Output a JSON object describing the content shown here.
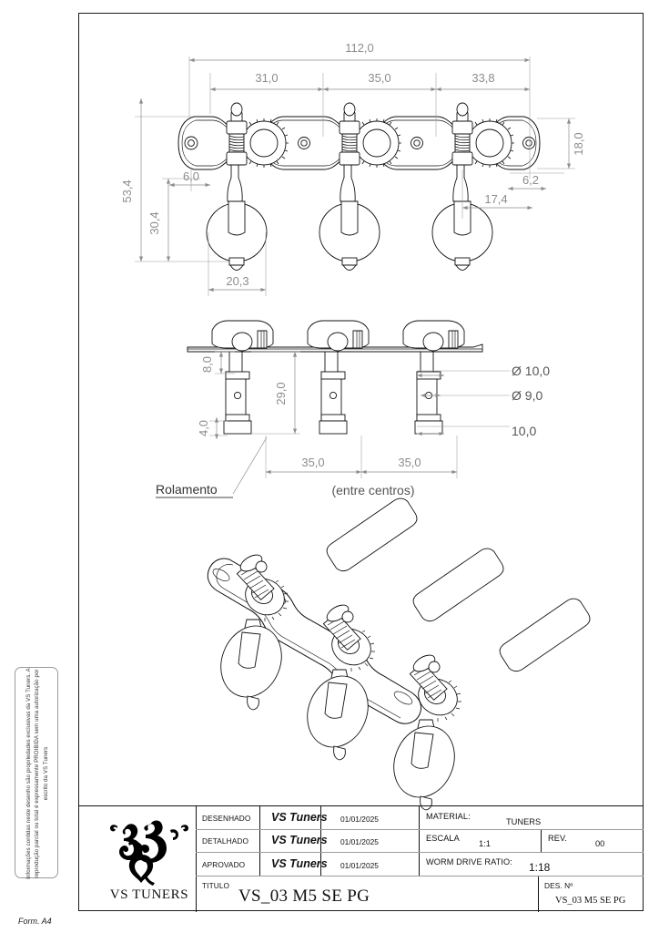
{
  "sheet": {
    "form_label": "Form. A4",
    "copyright_notice": "Informações contidas neste desenho são propriedades exclusivas da VS Tuners. A reprodução parcial ou total é expressamente PROIBIDA sem uma autorização por escrito da VS Tuners"
  },
  "top_view": {
    "overall_length": "112,0",
    "spacing_1": "31,0",
    "spacing_2": "35,0",
    "spacing_3": "33,8",
    "plate_width": "18,0",
    "total_height": "53,4",
    "button_height": "30,4",
    "left_offset": "6,0",
    "right_offset": "6,2",
    "right_inner": "17,4",
    "button_width": "20,3"
  },
  "side_view": {
    "post_top": "8,0",
    "post_length": "29,0",
    "bushing": "4,0",
    "dia_large": "Ø 10,0",
    "dia_small": "Ø 9,0",
    "flange": "10,0",
    "center_1": "35,0",
    "center_2": "35,0",
    "center_note": "(entre centros)",
    "leader_label": "Rolamento"
  },
  "title_block": {
    "logo_name": "VS TUNERS",
    "rows": [
      {
        "caption": "DESENHADO",
        "value": "VS Tuners",
        "date": "01/01/2025"
      },
      {
        "caption": "DETALHADO",
        "value": "VS Tuners",
        "date": "01/01/2025"
      },
      {
        "caption": "APROVADO",
        "value": "VS Tuners",
        "date": "01/01/2025"
      }
    ],
    "material_label": "MATERIAL:",
    "material_value": "TUNERS",
    "scale_label": "ESCALA",
    "scale_value": "1:1",
    "rev_label": "REV.",
    "rev_value": "00",
    "worm_label": "WORM DRIVE RATIO:",
    "worm_value": "1:18",
    "title_label": "TITULO",
    "title_value": "VS_03 M5 SE PG",
    "desno_label": "DES. Nº",
    "desno_value": "VS_03 M5 SE PG"
  },
  "colors": {
    "line": "#111111",
    "dimension": "#8d8d8d",
    "frame": "#1a1a1a"
  }
}
